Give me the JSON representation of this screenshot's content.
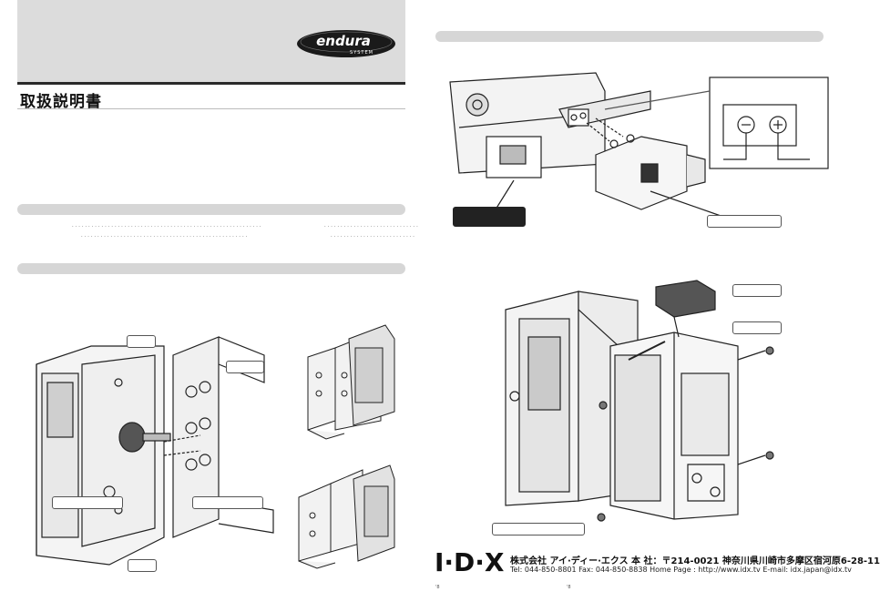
{
  "manual": {
    "title": "取扱説明書",
    "brand_logo_main": "endura",
    "brand_logo_sub": "SYSTEM"
  },
  "footer": {
    "logo_text": "I·D·X",
    "company_line": "株式会社 アイ·ディー·エクス 本 社：〒214-0021 神奈川県川崎市多摩区宿河原6-28-11",
    "contact_line": "Tel: 044-850-8801 Fax: 044-850-8838 Home Page : http://www.idx.tv E-mail: idx.japan@idx.tv",
    "small_left": "'8",
    "small_mid": "'8"
  },
  "colors": {
    "header_gray": "#dcdcdc",
    "section_bar": "#d6d6d6",
    "ink": "#222222"
  }
}
